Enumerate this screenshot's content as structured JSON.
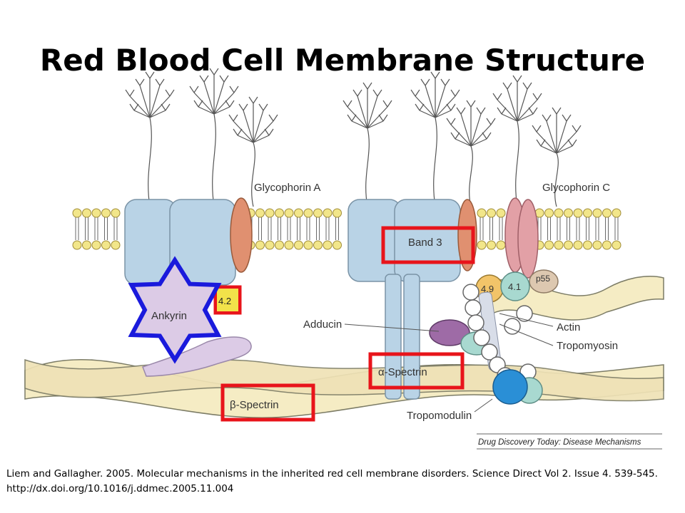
{
  "slide": {
    "title": "Red Blood Cell Membrane Structure",
    "citation": "Liem and Gallagher. 2005. Molecular mechanisms in the inherited red cell membrane disorders. Science Direct Vol 2. Issue 4. 539-545. http://dx.doi.org/10.1016/j.ddmec.2005.11.004"
  },
  "diagram": {
    "labels": {
      "glycophorin_a": "Glycophorin A",
      "glycophorin_c": "Glycophorin C",
      "band3": "Band 3",
      "p41": "4.1",
      "p49": "4.9",
      "p55": "p55",
      "p42": "4.2",
      "ankyrin": "Ankyrin",
      "adducin": "Adducin",
      "actin": "Actin",
      "tropomyosin": "Tropomyosin",
      "alpha_spectrin": "α-Spectrin",
      "beta_spectrin": "β-Spectrin",
      "tropomodulin": "Tropomodulin",
      "source": "Drug Discovery Today: Disease Mechanisms"
    },
    "colors": {
      "highlight": "#e8141b",
      "star": "#1a1adc",
      "star_fill": "#dccbe6",
      "band3": "#b9d3e6",
      "glycophorin_a": "#e09070",
      "glycophorin_c": "#e2a0a6",
      "lipid_head": "#f2e68a",
      "spectrin": "#f5ecc4",
      "tropomodulin": "#2a8fd6",
      "protein_41": "#a8d9d0",
      "protein_49": "#f2c469",
      "protein_55": "#ddc8b0",
      "adducin": "#9e6ba6"
    }
  }
}
